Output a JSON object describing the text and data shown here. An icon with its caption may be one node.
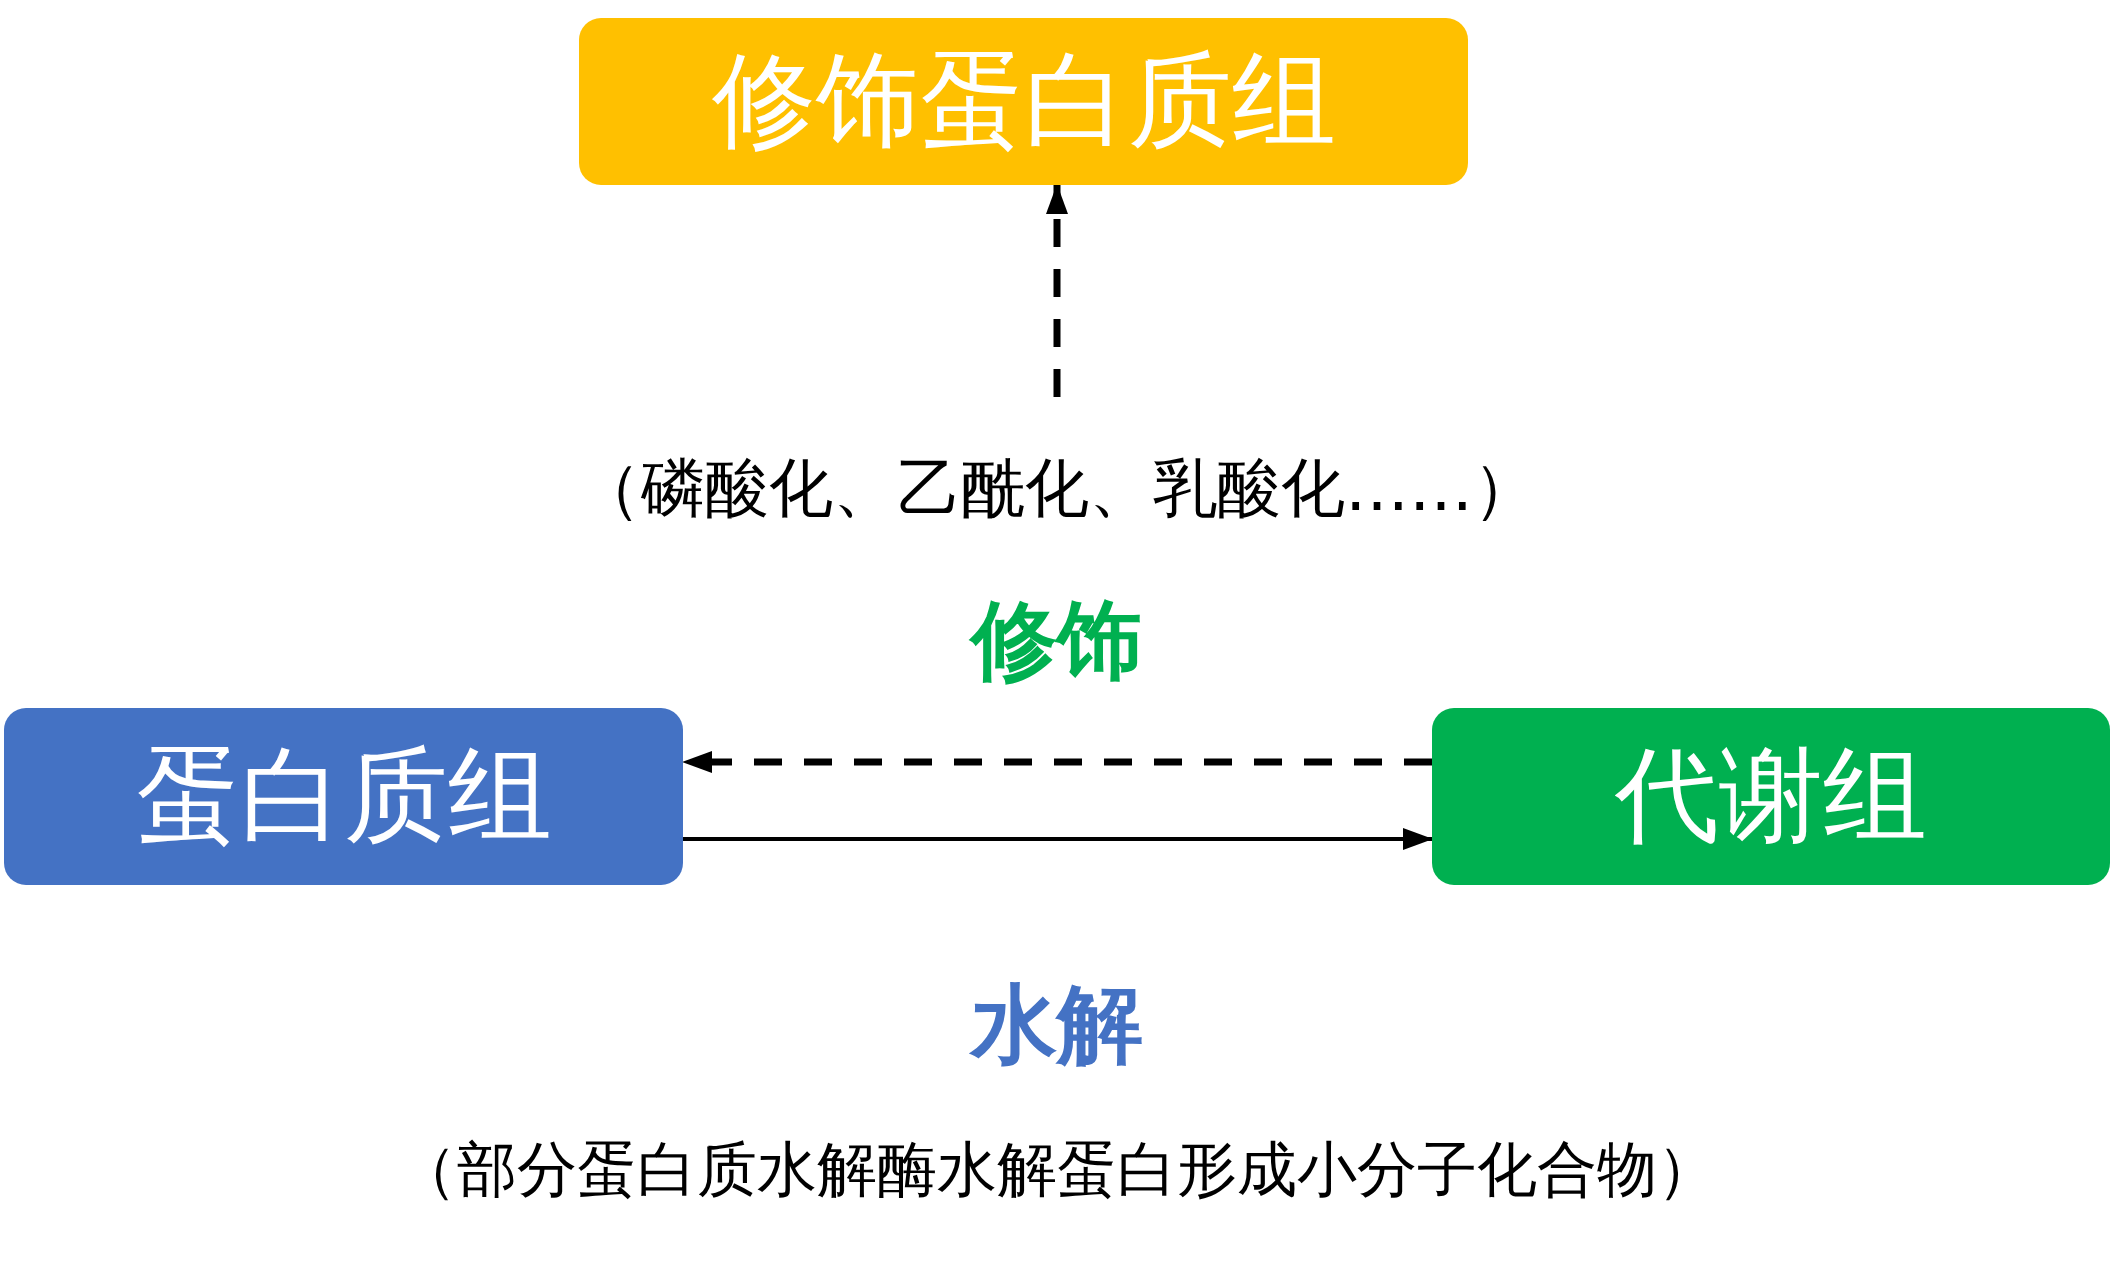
{
  "diagram": {
    "nodes": [
      {
        "text": [
          "修饰蛋白质组"
        ]
      },
      {
        "text": [
          "蛋白质组"
        ]
      },
      {
        "text": [
          "代谢组"
        ]
      }
    ],
    "edges": [
      {
        "from": null,
        "to": 0,
        "arrow": "to",
        "style": "dashed"
      },
      {
        "from": 2,
        "to": 1,
        "arrow": "to",
        "style": "dashed",
        "label": "修饰"
      },
      {
        "from": 1,
        "to": 2,
        "arrow": "to",
        "label": "水解"
      }
    ],
    "labels": [
      "（磷酸化、乙酰化、乳酸化……）",
      "（部分蛋白质水解酶水解蛋白形成小分子化合物）"
    ]
  }
}
